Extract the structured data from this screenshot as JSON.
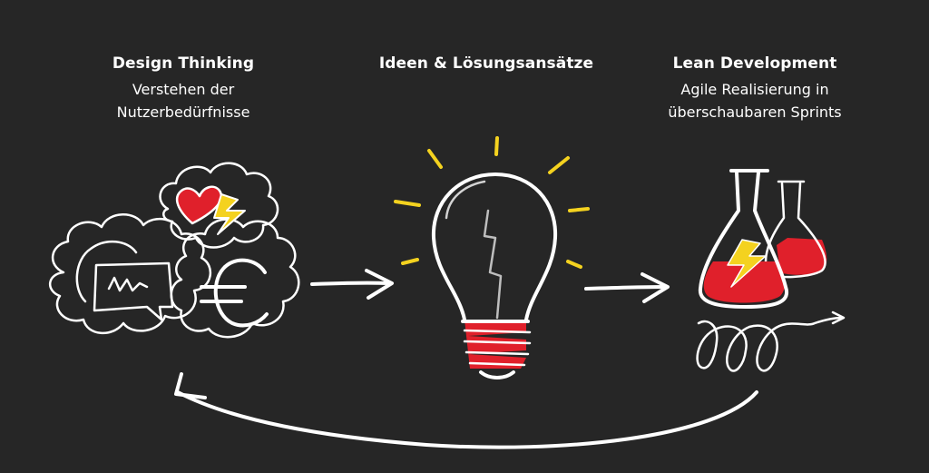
{
  "colors": {
    "background": "#262626",
    "chalk": "#ffffff",
    "accent_red": "#e0202b",
    "accent_yellow": "#f4d21f"
  },
  "stages": [
    {
      "title": "Design Thinking",
      "subtitle_line1": "Verstehen der",
      "subtitle_line2": "Nutzerbedürfnisse",
      "icons": [
        "thought-cloud-icon",
        "heart-icon",
        "lightning-icon",
        "speech-bubble-icon",
        "euro-icon"
      ]
    },
    {
      "title": "Ideen & Lösungsansätze",
      "subtitle_line1": "",
      "subtitle_line2": "",
      "icons": [
        "light-bulb-icon"
      ]
    },
    {
      "title": "Lean Development",
      "subtitle_line1": "Agile Realisierung in",
      "subtitle_line2": "überschaubaren Sprints",
      "icons": [
        "lab-flask-icon",
        "lightning-icon",
        "sprint-loop-icon"
      ]
    }
  ],
  "arrows": [
    "arrow-1-to-2",
    "arrow-2-to-3",
    "feedback-arrow-3-to-1"
  ]
}
